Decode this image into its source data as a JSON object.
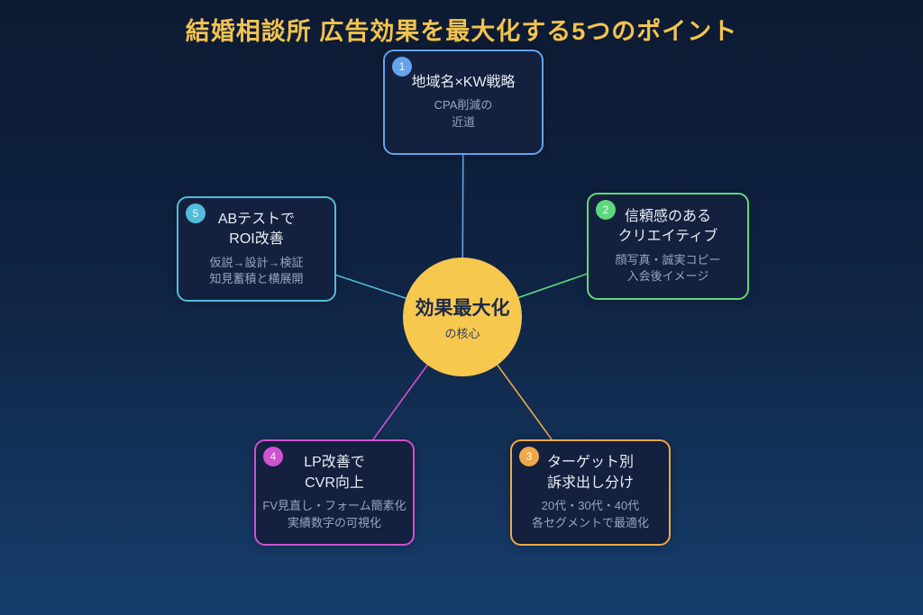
{
  "title": "結婚相談所 広告効果を最大化する5つのポイント",
  "title_color": "#f2c44e",
  "background": {
    "top": "#0d1a33",
    "bottom": "#163e6c"
  },
  "center": {
    "title": "効果最大化",
    "subtitle": "の核心",
    "fill": "#f6c84e",
    "text_color": "#1c2a49"
  },
  "nodes": [
    {
      "badge": "1",
      "title": "地域名×KW戦略",
      "subtitle": "CPA削減の\n近道",
      "color": "#64a3e8"
    },
    {
      "badge": "2",
      "title": "信頼感のある\nクリエイティブ",
      "subtitle": "顔写真・誠実コピー\n入会後イメージ",
      "color": "#5ed87d"
    },
    {
      "badge": "3",
      "title": "ターゲット別\n訴求出し分け",
      "subtitle": "20代・30代・40代\n各セグメントで最適化",
      "color": "#f0a848"
    },
    {
      "badge": "4",
      "title": "LP改善で\nCVR向上",
      "subtitle": "FV見直し・フォーム簡素化\n実績数字の可視化",
      "color": "#cf52cf"
    },
    {
      "badge": "5",
      "title": "ABテストで\nROI改善",
      "subtitle": "仮説→設計→検証\n知見蓄積と横展開",
      "color": "#52bcdc"
    }
  ]
}
